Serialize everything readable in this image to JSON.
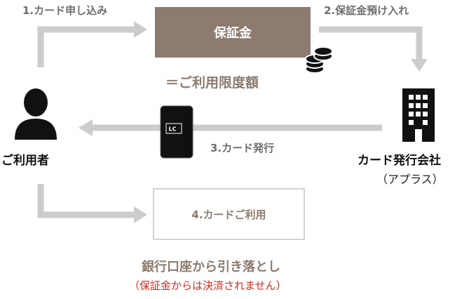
{
  "steps": {
    "step1": "1.カード申し込み",
    "step2": "2.保証金預け入れ",
    "step3": "3.カード発行"
  },
  "deposit_box": {
    "label": "保証金"
  },
  "credit_limit_label": "＝ご利用限度額",
  "user": {
    "label": "ご利用者"
  },
  "issuer": {
    "label": "カード発行会社",
    "sublabel": "（アプラス）"
  },
  "card": {
    "logo_text": "LC"
  },
  "usage_box": {
    "label": "4.カードご利用"
  },
  "withdrawal": {
    "label": "銀行口座から引き落とし",
    "note": "（保証金からは決済されません）"
  },
  "colors": {
    "brand_brown": "#8c7b6e",
    "arrow_gray": "#cccccc",
    "note_red": "#d9261c",
    "icon_dark": "#111111"
  },
  "icons": [
    "user-icon",
    "building-icon",
    "coin-stack-icon",
    "card-icon"
  ]
}
